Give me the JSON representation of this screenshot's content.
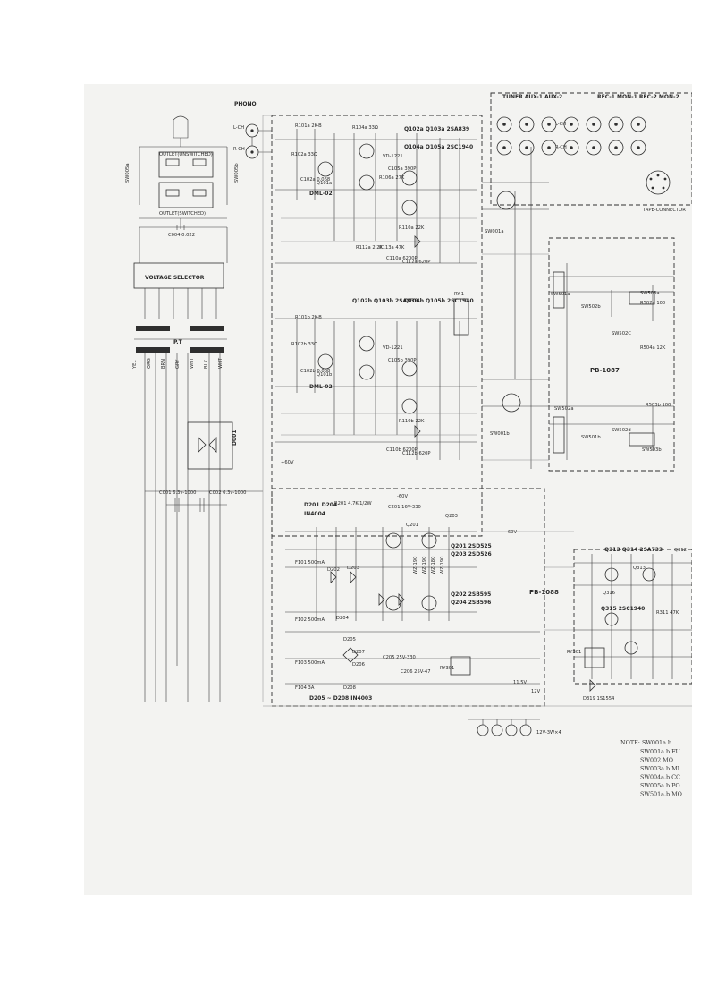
{
  "top_labels": {
    "phono": "PHONO",
    "inputs": "TUNER  AUX-1  AUX-2",
    "tape": "REC-1  MON-1  REC-2  MON-2",
    "l_ch": "L-CH",
    "r_ch": "R-CH",
    "l_ch_right": "L-CH",
    "r_ch_right": "R-CH",
    "tape_connector": "TAPE-CONNECTOR"
  },
  "power_section": {
    "outlet_unswitched": "OUTLET(UNSWITCHED)",
    "outlet_switched": "OUTLET(SWITCHED)",
    "sw005a": "SW005a",
    "sw005b": "SW005b",
    "c004": "C004  0.022",
    "voltage_selector": "VOLTAGE  SELECTOR",
    "transformer": "P.T",
    "wire_colors": [
      "YEL",
      "ORG",
      "BRN",
      "GRY",
      "WHT",
      "BLK",
      "WHT"
    ],
    "d001": "D001",
    "c001": "C001  6.3v-1000",
    "c002": "C002  6.3v-1000"
  },
  "preamp": {
    "q102_q103_a": "Q102a  Q103a  2SA839",
    "q104_q105_a": "Q104a  Q105a  2SC1940",
    "q102_q103_b": "Q102b  Q103b  2SA839",
    "q104_q105_b": "Q104b  Q105b  2SC1940",
    "q101a": "Q101a",
    "q101b": "Q101b",
    "dml_a": "DML-02",
    "dml_b": "DML-02",
    "vd_a": "VD-1221",
    "vd_b": "VD-1221",
    "ry1": "RY-1",
    "sw001a": "SW001a",
    "sw001b": "SW001b",
    "parts": [
      "R101a 2K-B",
      "R102a 33Ω",
      "C102a 0.068",
      "R104a 33Ω",
      "R106a 27K",
      "C105a 390P",
      "R110a 22K",
      "R112a 2.2K",
      "R113a 47K",
      "C110a 6200P",
      "C112a 620P",
      "R101b 2K-B",
      "R102b 33Ω",
      "C102b 0.068",
      "C105b 390P",
      "R110b 22K",
      "C110b 6200P",
      "C112b 620P"
    ]
  },
  "power_supply": {
    "d201_d204": "D201  D204",
    "in4004": "IN4004",
    "r201": "R201  4.7K-1/2W",
    "c201": "C201  16V-330",
    "q201": "Q201",
    "q203": "Q203",
    "q201_q203": "Q201  2SD525",
    "q203_b": "Q203  2SD526",
    "q202_q204": "Q202  2SB595",
    "q204": "Q204  2SB596",
    "d202": "D202",
    "d203": "D203",
    "d204": "D204",
    "d207": "D207",
    "d208": "D208",
    "d205": "D205",
    "d206": "D206",
    "f101": "F101  500mA",
    "f102": "F102  500mA",
    "f103": "F103  500mA",
    "f104": "F104  3A",
    "d205_d208": "D205 ~ D208  IN4003",
    "c205": "C205  25V-330",
    "c206": "C206  25V-47",
    "ry301": "RY301",
    "pb1088": "PB-1088",
    "zener": [
      "WZ-190",
      "WZ-190",
      "WZ-180",
      "WZ-190"
    ],
    "voltages": [
      "-60V",
      "-60V",
      "+60V",
      "11.5V",
      "12V"
    ]
  },
  "protect_section": {
    "q313_q314": "Q313  Q314  2SA733",
    "q312": "Q312",
    "q315_q316": "Q315  2SC1940",
    "q313": "Q313",
    "q316": "Q316",
    "d319": "D319  1S1554",
    "ry301": "RY301",
    "r311": "R311  47K"
  },
  "switch_board": {
    "pb1087": "PB-1087",
    "sw501a": "SW501a",
    "sw502b": "SW502b",
    "sw502c": "SW502C",
    "sw503a": "SW503a",
    "sw502a": "SW502a",
    "sw502d": "SW502d",
    "sw501b": "SW501b",
    "sw503b": "SW503b",
    "r502a": "R502a  100",
    "r504a": "R504a  12K",
    "r503b": "R503b  100"
  },
  "bottom": {
    "lamps": "12V-3W×4",
    "note_title": "NOTE: SW001a.b",
    "note_lines": [
      "SW001a.b  FU",
      "SW002      MO",
      "SW003a.b  MI",
      "SW004a.b  CC",
      "SW005a.b  PO",
      "SW501a.b  MO"
    ]
  }
}
